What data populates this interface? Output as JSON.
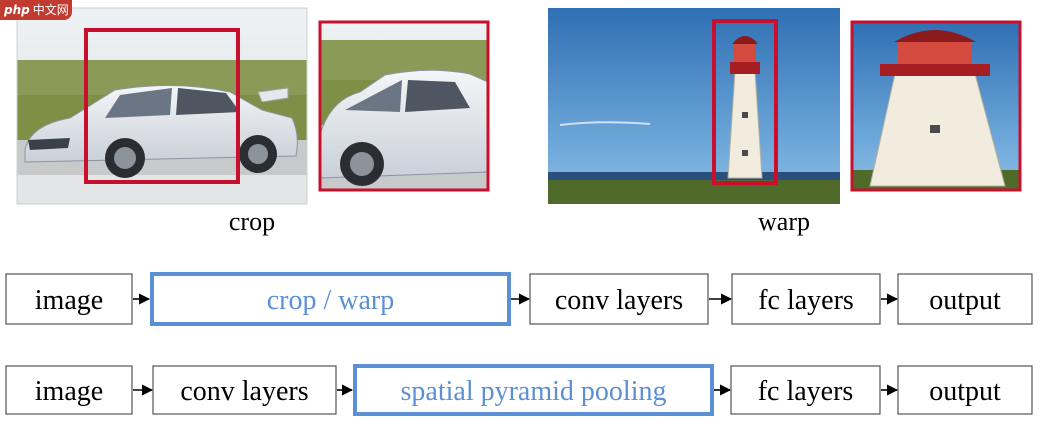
{
  "watermark": {
    "brand": "php",
    "site": "中文网"
  },
  "figure": {
    "crop_caption": "crop",
    "warp_caption": "warp",
    "pipeline_top": {
      "stages": [
        "image",
        "crop / warp",
        "conv layers",
        "fc layers",
        "output"
      ],
      "highlight_index": 1
    },
    "pipeline_bottom": {
      "stages": [
        "image",
        "conv layers",
        "spatial pyramid pooling",
        "fc layers",
        "output"
      ],
      "highlight_index": 2
    }
  },
  "colors": {
    "box_border": "#555555",
    "highlight_border": "#5b8fd6",
    "highlight_text": "#5b8fd6",
    "crop_frame": "#c8102e",
    "text": "#000000"
  }
}
